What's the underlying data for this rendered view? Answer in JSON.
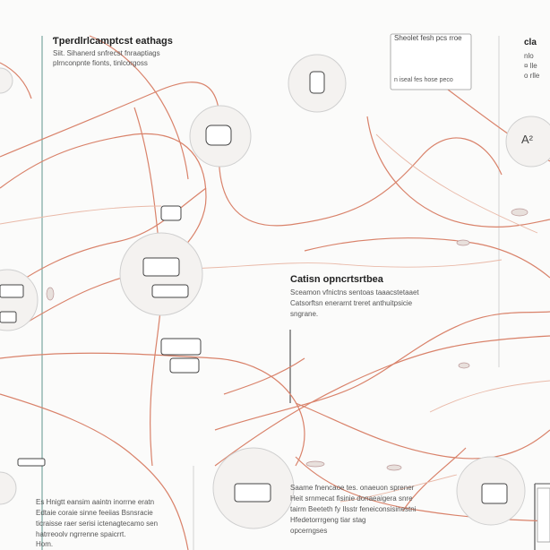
{
  "blocks": {
    "top_left": {
      "heading": "Ƭperdlrlcamptcst eathags",
      "lines": [
        "Siit. Sihanerd snfrecst fnraaptiags",
        "plrnconpnte fionts, tinlcorgoss"
      ]
    },
    "top_middle": {
      "heading": "Sheolet fesh pcs rroe",
      "lines": [
        "n iseal fes hose peco"
      ]
    },
    "top_right": {
      "heading": "cla",
      "lines": [
        "nlo",
        "¤ lle",
        "o rlle"
      ]
    },
    "center": {
      "heading": "Catisn opncrtsrtbea",
      "lines": [
        "Sceamon vfnictns sentoas taaacstetaaet",
        "Catsorftsn enerarnt treret anthuitpsicie",
        "sngrane."
      ]
    },
    "bottom_left": {
      "heading": "",
      "lines": [
        "Es Hnigtt eansim aaintn inorrne eratn",
        "Edtaie coraie sinne feeiias Bsnsracie",
        "ticraisse raer serisi ictenagtecamo sen",
        "hatrreoolv ngrrenne spaicrrt.",
        "Hom."
      ]
    },
    "bottom_middle": {
      "heading": "",
      "lines": [
        "Saame fnencaoe tes. onaeuon sprener",
        "Heit srnmecat fisinie donaeaigera snre",
        "tairm Beeteth fy Ilsstr feneiconsisinestni",
        "Hfedetorrrgeng tiar stag",
        "opcerngses"
      ]
    },
    "small_badge": {
      "label": "A²"
    }
  },
  "colors": {
    "wire": "#d9826a",
    "wire_light": "#e9b9a8",
    "accent_line": "#7aa7a0",
    "ink": "#555555"
  },
  "icons": [
    "plug-icon",
    "device-icon",
    "adapter-icon",
    "connector-icon",
    "cable-clip-icon",
    "hand-icon",
    "card-reader-icon"
  ]
}
